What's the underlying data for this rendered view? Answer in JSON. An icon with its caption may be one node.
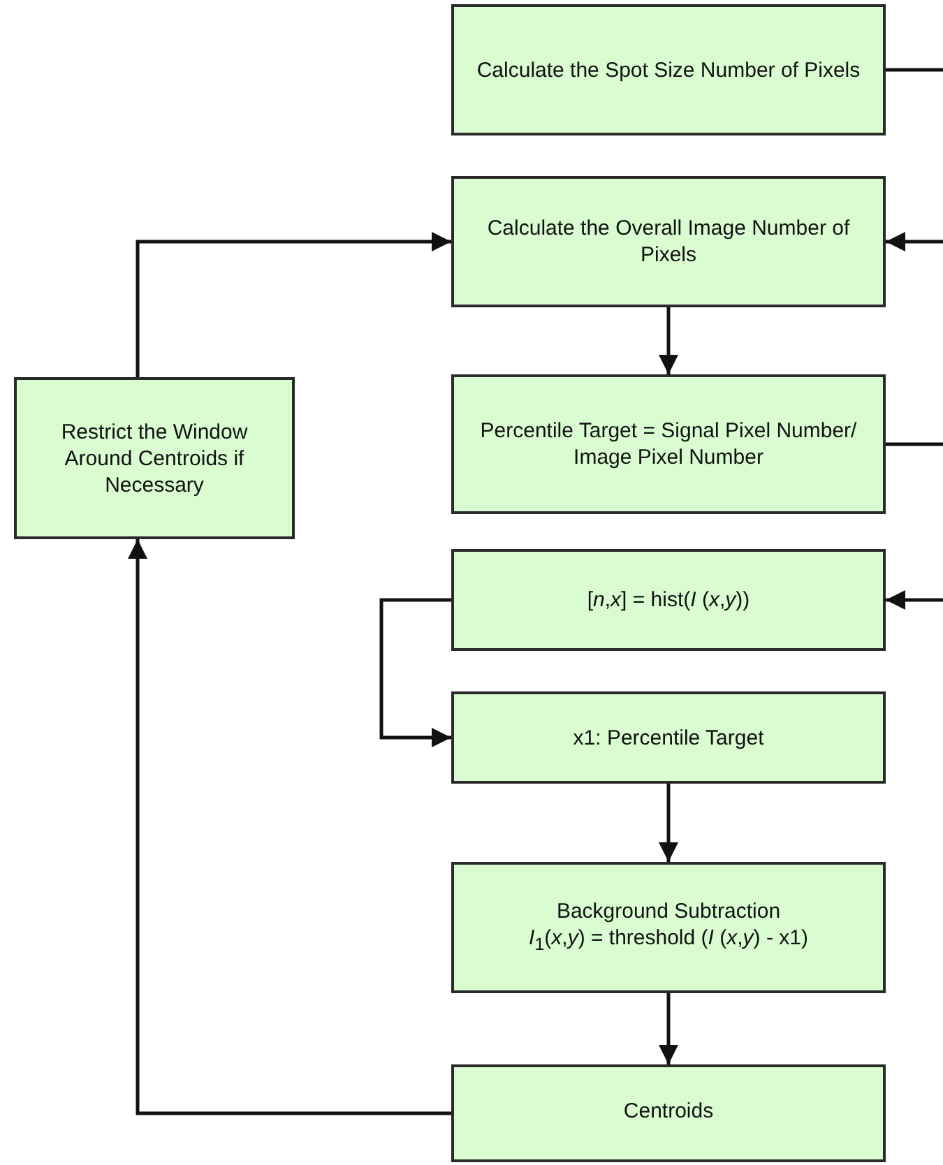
{
  "diagram": {
    "nodes": [
      {
        "text": [
          "Calculate the Spot Size Number of Pixels"
        ]
      },
      {
        "text": [
          "Calculate the Overall Image Number of Pixels"
        ]
      },
      {
        "text": [
          "Percentile Target = Signal Pixel Number/ Image Pixel Number"
        ]
      },
      {
        "text": [
          "[*n*,*x*] = hist(*I* (*x*,*y*))"
        ]
      },
      {
        "text": [
          "x1: Percentile Target"
        ]
      },
      {
        "text": [
          "Background Subtraction",
          "*I*$_{1}$(*x*,*y*) = threshold (*I* (*x*,*y*) - x1)"
        ]
      },
      {
        "text": [
          "Centroids"
        ]
      },
      {
        "text": [
          "Restrict the Window Around Centroids if Necessary"
        ]
      }
    ],
    "edges": [
      {
        "from": 0,
        "to": null,
        "arrow": "none"
      },
      {
        "from": null,
        "to": 1,
        "arrow": "to"
      },
      {
        "from": 2,
        "to": null,
        "arrow": "none"
      },
      {
        "from": null,
        "to": 3,
        "arrow": "to"
      },
      {
        "from": 1,
        "to": 2,
        "arrow": "to"
      },
      {
        "from": 3,
        "to": 4,
        "arrow": "to"
      },
      {
        "from": 4,
        "to": 5,
        "arrow": "to"
      },
      {
        "from": 5,
        "to": 6,
        "arrow": "to"
      },
      {
        "from": 6,
        "to": 7,
        "arrow": "to"
      },
      {
        "from": 7,
        "to": 1,
        "arrow": "to"
      }
    ]
  }
}
